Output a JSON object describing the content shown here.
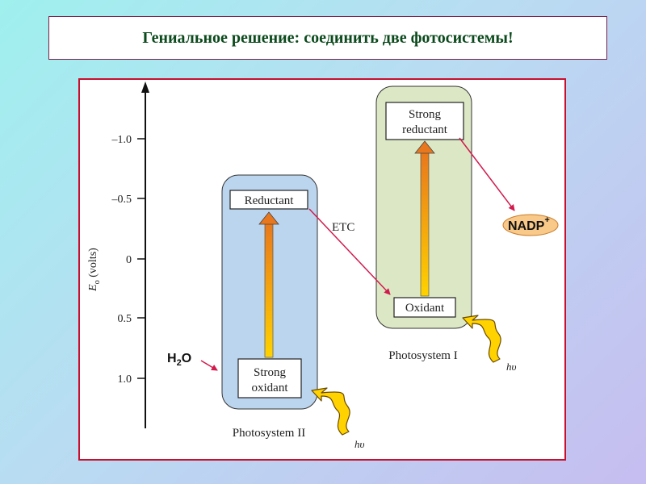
{
  "title": "Гениальное решение: соединить две фотосистемы!",
  "axis": {
    "label_E": "E",
    "label_sub": "o",
    "label_rest": " (volts)",
    "ticks": [
      "–1.0",
      "–0.5",
      "0",
      "0.5",
      "1.0"
    ]
  },
  "photosystem2": {
    "name": "Photosystem II",
    "top_label": "Reductant",
    "bottom_label_line1": "Strong",
    "bottom_label_line2": "oxidant",
    "light": "hυ"
  },
  "photosystem1": {
    "name": "Photosystem I",
    "top_label_line1": "Strong",
    "top_label_line2": "reductant",
    "bottom_label": "Oxidant",
    "light": "hυ"
  },
  "etc_label": "ETC",
  "water": {
    "main": "H",
    "sub": "2",
    "tail": "O"
  },
  "nadp": {
    "text": "NADP",
    "sup": "+"
  },
  "colors": {
    "ps2_fill": "#bcd5ee",
    "ps1_fill": "#dce8c5",
    "link_arrow": "#d11b4d",
    "frame": "#c8102e",
    "title_text": "#0b4a1c",
    "nadp_fill": "#f8c988"
  }
}
